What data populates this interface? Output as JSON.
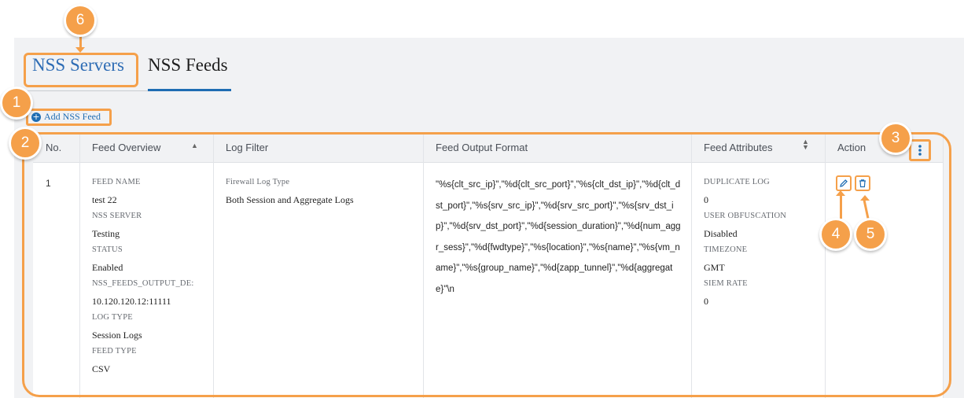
{
  "tabs": {
    "servers": "NSS Servers",
    "feeds": "NSS Feeds"
  },
  "add_button": {
    "label": "Add NSS Feed"
  },
  "table": {
    "headers": {
      "no": "No.",
      "overview": "Feed Overview",
      "log_filter": "Log Filter",
      "output_format": "Feed Output Format",
      "attributes": "Feed Attributes",
      "action": "Action"
    },
    "row": {
      "no": "1",
      "overview": [
        {
          "label": "FEED NAME",
          "value": "test 22"
        },
        {
          "label": "NSS SERVER",
          "value": "Testing"
        },
        {
          "label": "STATUS",
          "value": "Enabled"
        },
        {
          "label": "NSS_FEEDS_OUTPUT_DE:",
          "value": "10.120.120.12:11111"
        },
        {
          "label": "LOG TYPE",
          "value": "Session Logs"
        },
        {
          "label": "FEED TYPE",
          "value": "CSV"
        }
      ],
      "log_filter": {
        "label": "Firewall Log Type",
        "value": "Both Session and Aggregate Logs"
      },
      "output_format": "\"%s{clt_src_ip}\",\"%d{clt_src_port}\",\"%s{clt_dst_ip}\",\"%d{clt_dst_port}\",\"%s{srv_src_ip}\",\"%d{srv_src_port}\",\"%s{srv_dst_ip}\",\"%d{srv_dst_port}\",\"%d{session_duration}\",\"%d{num_aggr_sess}\",\"%d{fwdtype}\",\"%s{location}\",\"%s{name}\",\"%s{vm_name}\",\"%s{group_name}\",\"%d{zapp_tunnel}\",\"%d{aggregate}\"\\n",
      "attributes": [
        {
          "label": "DUPLICATE LOG",
          "value": "0"
        },
        {
          "label": "USER OBFUSCATION",
          "value": "Disabled"
        },
        {
          "label": "TIMEZONE",
          "value": "GMT"
        },
        {
          "label": "SIEM RATE",
          "value": "0"
        }
      ]
    }
  },
  "callouts": [
    "1",
    "2",
    "3",
    "4",
    "5",
    "6"
  ],
  "icons": {
    "edit": "pencil-icon",
    "delete": "trash-icon",
    "more": "vertical-dots-icon",
    "add": "plus-circle-icon"
  },
  "colors": {
    "accent": "#f5a04a",
    "link": "#1f6db3",
    "panel": "#f1f2f4"
  }
}
